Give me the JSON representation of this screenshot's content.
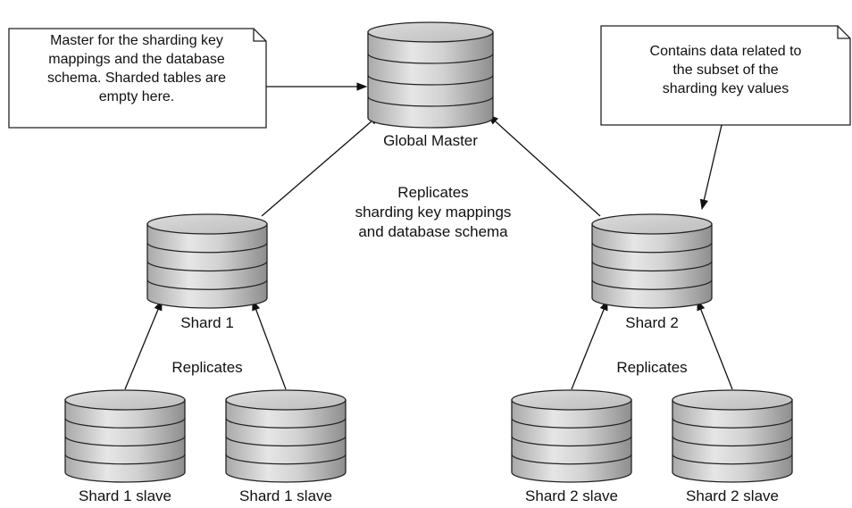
{
  "notes": {
    "master_note": [
      "Master for the sharding key",
      "mappings and the database",
      "schema. Sharded tables are",
      "empty here."
    ],
    "shard_note": [
      "Contains data related to",
      "the subset of the",
      "sharding key values"
    ]
  },
  "labels": {
    "global_master": "Global Master",
    "replicates_center": [
      "Replicates",
      "sharding key mappings",
      "and database schema"
    ],
    "shard1": "Shard 1",
    "shard2": "Shard 2",
    "replicates_left": "Replicates",
    "replicates_right": "Replicates",
    "slave_1a": "Shard 1 slave",
    "slave_1b": "Shard 1 slave",
    "slave_2a": "Shard 2 slave",
    "slave_2b": "Shard 2 slave"
  }
}
